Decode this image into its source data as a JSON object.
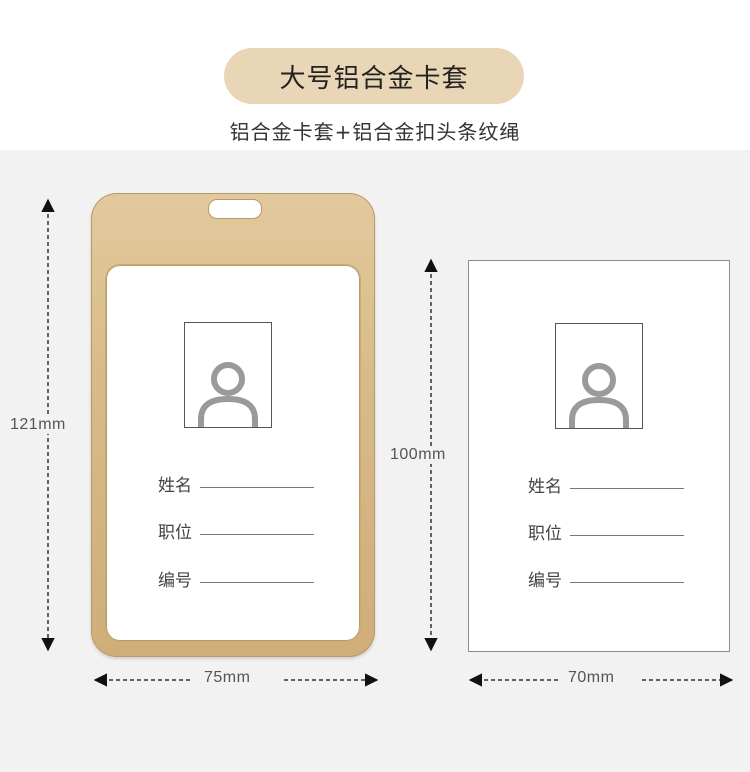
{
  "header": {
    "title": "大号铝合金卡套",
    "subtitle": "铝合金卡套+铝合金扣头条纹绳"
  },
  "holder": {
    "height_label": "121mm",
    "width_label": "75mm",
    "fields": [
      "姓名",
      "职位",
      "编号"
    ]
  },
  "card": {
    "height_label": "100mm",
    "width_label": "70mm",
    "fields": [
      "姓名",
      "职位",
      "编号"
    ]
  },
  "colors": {
    "pill": "#e9d6b6",
    "gold": "#d8bb87",
    "stage": "#f2f2f2"
  },
  "icons": [
    "person-silhouette-icon",
    "arrow-icon"
  ]
}
